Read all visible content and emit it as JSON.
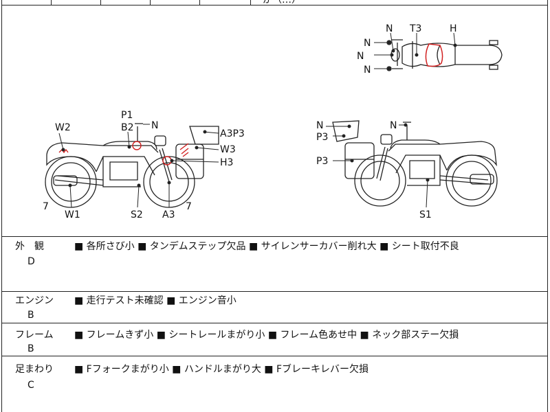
{
  "header_fragment": "が（…）",
  "diagram": {
    "top_view": {
      "labels": [
        "N",
        "N",
        "N",
        "N",
        "T3",
        "H"
      ]
    },
    "left_side": {
      "labels": [
        "P1",
        "B2",
        "N",
        "W2",
        "A3P3",
        "W3",
        "H3",
        "7",
        "W1",
        "S2",
        "A3",
        "7"
      ]
    },
    "right_side": {
      "labels": [
        "N",
        "P3",
        "P3",
        "N",
        "S1"
      ]
    }
  },
  "sections": [
    {
      "label": "外　観",
      "grade": "D",
      "items": "■ 各所さび小 ■ タンデムステップ欠品 ■ サイレンサーカバー削れ大 ■ シート取付不良"
    },
    {
      "label": "エンジン",
      "grade": "B",
      "items": "■ 走行テスト未確認 ■ エンジン音小"
    },
    {
      "label": "フレーム",
      "grade": "B",
      "items": "■ フレームきず小 ■ シートレールまがり小 ■ フレーム色あせ中 ■ ネック部ステー欠損"
    },
    {
      "label": "足まわり",
      "grade": "C",
      "items": "■ Fフォークまがり小 ■ ハンドルまがり大 ■ Fブレーキレバー欠損"
    }
  ],
  "colors": {
    "line": "#222222",
    "damage": "#d11f1f"
  }
}
